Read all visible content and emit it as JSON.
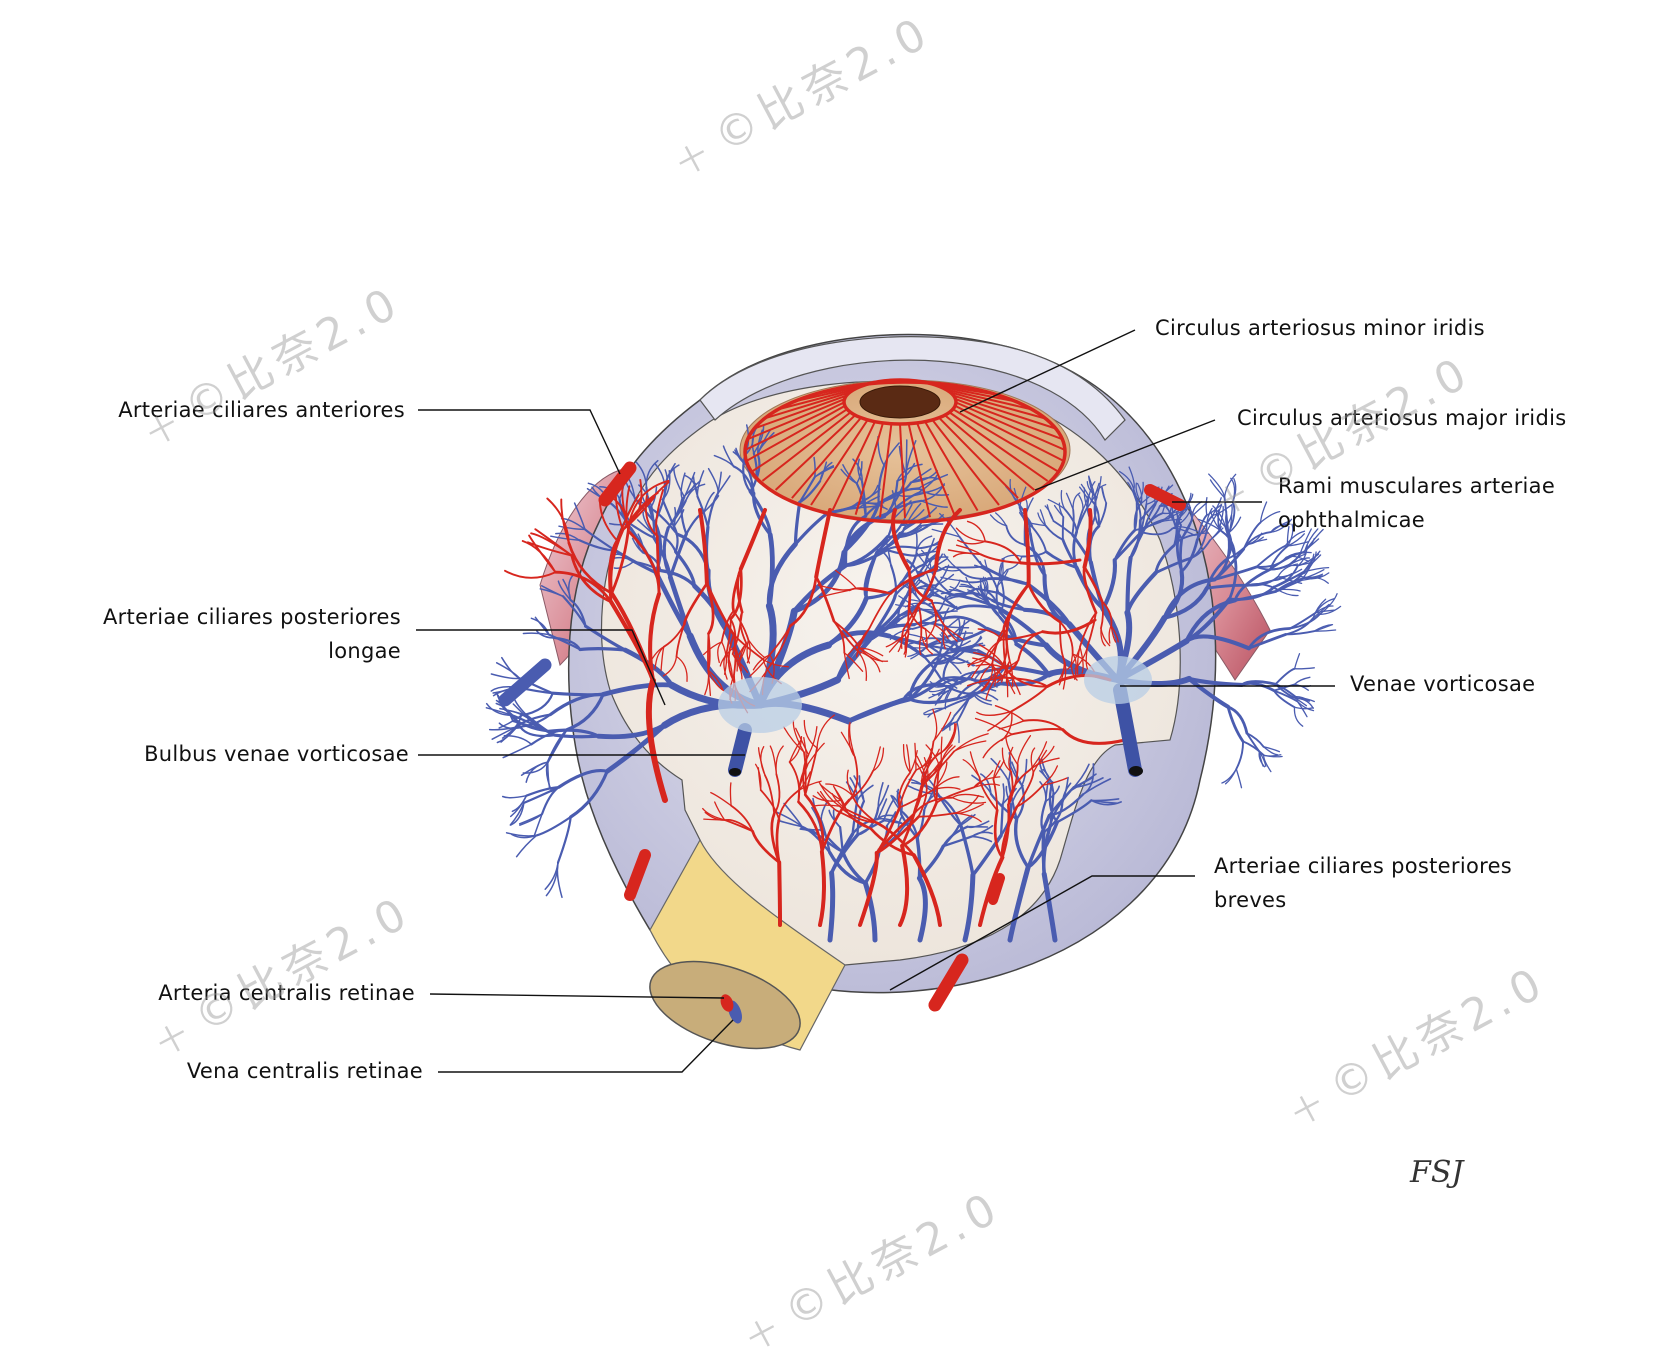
{
  "labels": {
    "circulus_minor": "Circulus arteriosus minor iridis",
    "circulus_major": "Circulus arteriosus major iridis",
    "rami_musculares_1": "Rami musculares arteriae",
    "rami_musculares_2": "ophthalmicae",
    "venae_vorticosae": "Venae vorticosae",
    "art_post_breves_1": "Arteriae ciliares posteriores",
    "art_post_breves_2": "breves",
    "art_anteriores": "Arteriae ciliares anteriores",
    "art_post_longae_1": "Arteriae ciliares posteriores",
    "art_post_longae_2": "longae",
    "bulbus_venae": "Bulbus venae vorticosae",
    "arteria_centralis": "Arteria centralis retinae",
    "vena_centralis": "Vena centralis retinae"
  },
  "signature": "FSJ",
  "watermark": {
    "mark": "十",
    "text": "©比奈2.0"
  },
  "colors": {
    "artery": "#d7261e",
    "vein": "#4a5cb0",
    "sclera": "#c9c9df",
    "iris": "#e0b890",
    "pupil": "#5a2a14",
    "optic_nerve": "#f2d88a"
  }
}
